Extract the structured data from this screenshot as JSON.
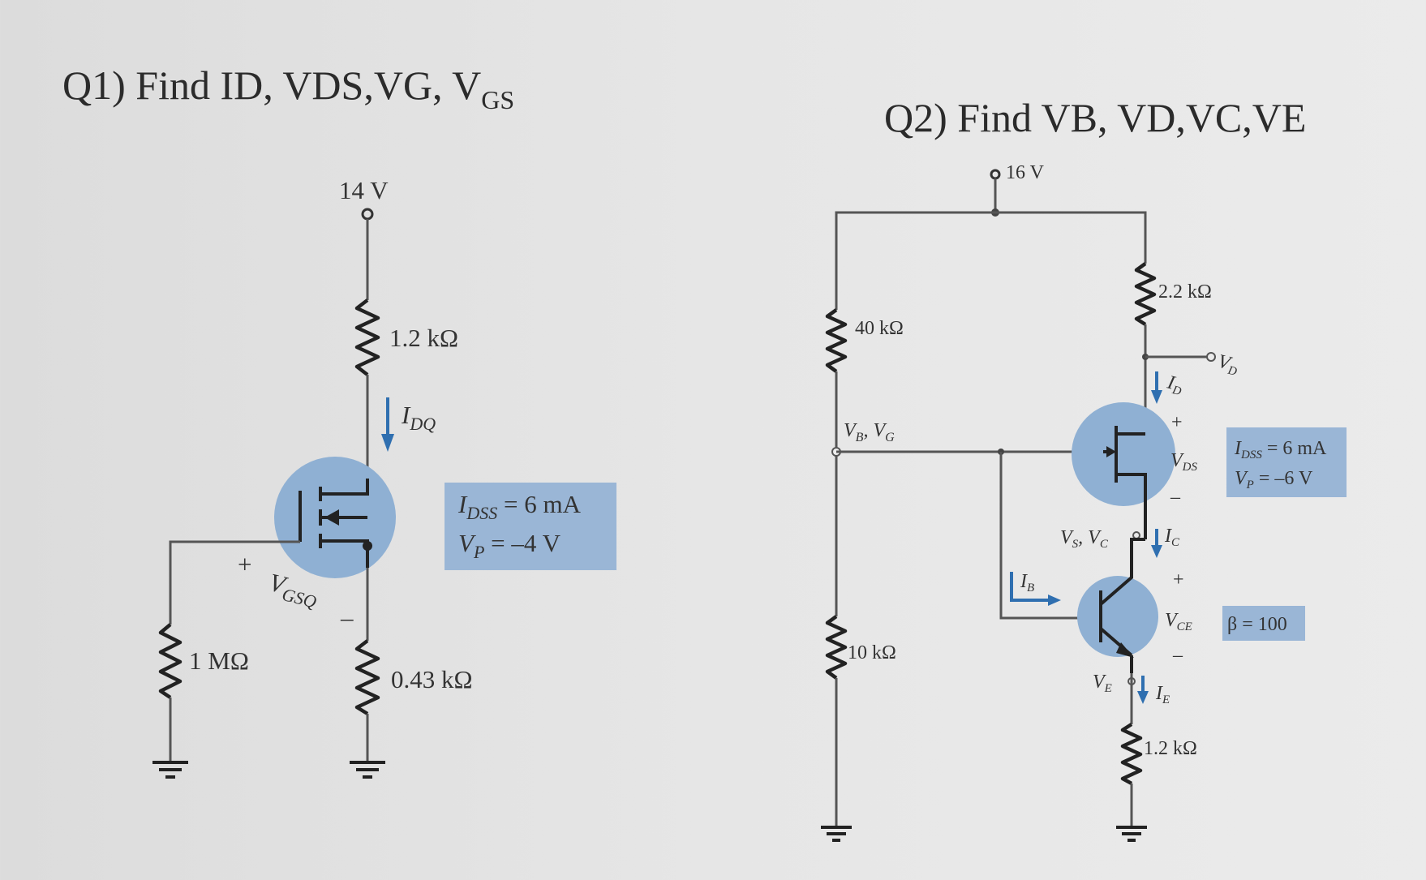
{
  "q1": {
    "title": "Q1) Find ID, VDS,VG, V",
    "title_sub": "GS",
    "supply": "14 V",
    "rd": "1.2 kΩ",
    "rg": "1 MΩ",
    "rs": "0.43 kΩ",
    "idq_main": "I",
    "idq_sub": "DQ",
    "vgsq_plus": "+",
    "vgsq_main": "V",
    "vgsq_sub": "GSQ",
    "vgsq_minus": "–",
    "idss_line": "I",
    "idss_sub": "DSS",
    "idss_val": " = 6 mA",
    "vp_main": "V",
    "vp_sub": "P",
    "vp_val": " = –4 V"
  },
  "q2": {
    "title": "Q2) Find VB, VD,VC,VE",
    "supply": "16 V",
    "r1": "40 kΩ",
    "r2": "10 kΩ",
    "rd": "2.2 kΩ",
    "re": "1.2 kΩ",
    "vd_main": "V",
    "vd_sub": "D",
    "id_main": "I",
    "id_sub": "D",
    "vbvg": "V",
    "vbvg_sub1": "B",
    "vbvg_mid": ", V",
    "vbvg_sub2": "G",
    "vds_plus": "+",
    "vds_main": "V",
    "vds_sub": "DS",
    "vds_minus": "–",
    "vsvc_a": "V",
    "vsvc_sub1": "S",
    "vsvc_b": ", V",
    "vsvc_sub2": "C",
    "ic_main": "I",
    "ic_sub": "C",
    "ib_main": "I",
    "ib_sub": "B",
    "vce_plus": "+",
    "vce_main": "V",
    "vce_sub": "CE",
    "vce_minus": "–",
    "ve_main": "V",
    "ve_sub": "E",
    "ie_main": "I",
    "ie_sub": "E",
    "idss_main": "I",
    "idss_sub": "DSS",
    "idss_val": " = 6 mA",
    "vp_main": "V",
    "vp_sub": "P",
    "vp_val": " = –6 V",
    "beta": "β = 100"
  }
}
